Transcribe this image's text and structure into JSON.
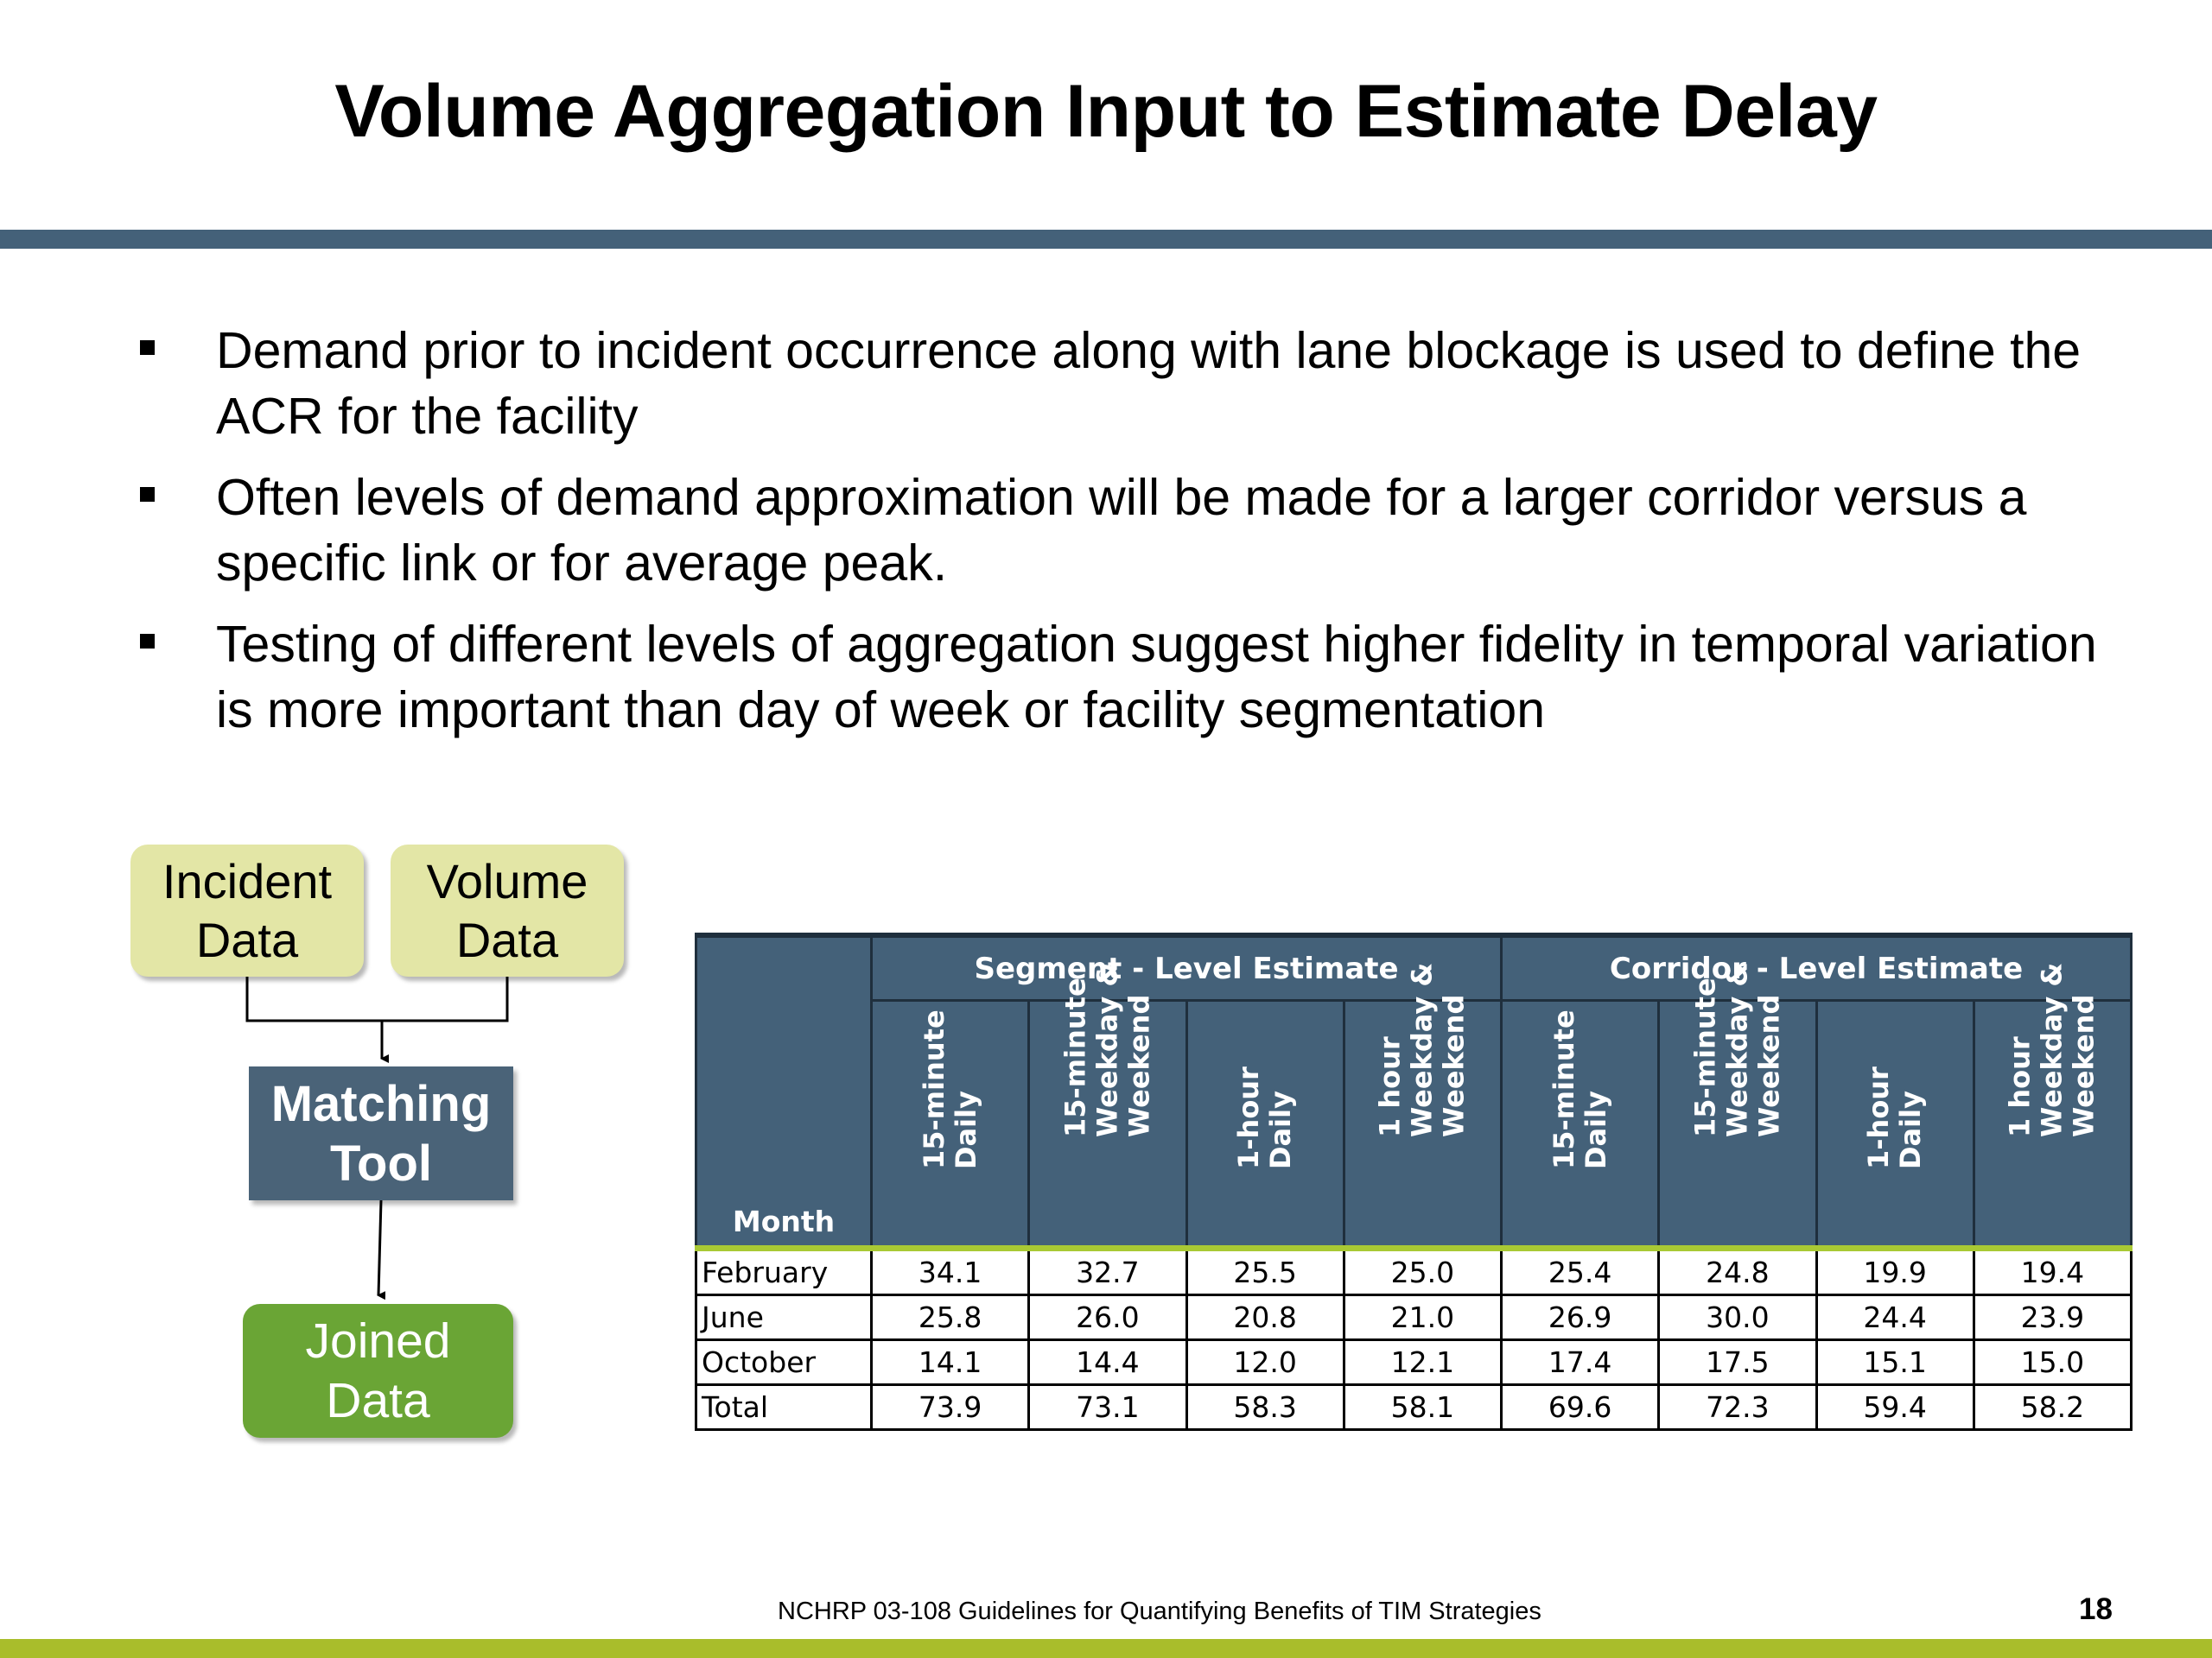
{
  "title": "Volume Aggregation Input to Estimate Delay",
  "bullets": [
    "Demand prior to incident occurrence along with lane blockage is used to define the ACR for the facility",
    "Often levels of demand approximation will be made for a larger corridor versus a specific link or for average peak.",
    "Testing of different levels of aggregation suggest higher fidelity in temporal variation is more important than day of week or facility segmentation"
  ],
  "diagram": {
    "incident": [
      "Incident",
      "Data"
    ],
    "volume": [
      "Volume",
      "Data"
    ],
    "matching": [
      "Matching",
      "Tool"
    ],
    "joined": [
      "Joined",
      "Data"
    ]
  },
  "table": {
    "month_header": "Month",
    "groups": [
      "Segment - Level Estimate",
      "Corridor - Level Estimate"
    ],
    "subheaders": [
      [
        "15-minute",
        "Daily"
      ],
      [
        "15-minute",
        "Weekday &",
        "Weekend"
      ],
      [
        "1-hour",
        "Daily"
      ],
      [
        "1 hour",
        "Weekday &",
        "Weekend"
      ],
      [
        "15-minute",
        "Daily"
      ],
      [
        "15-minute",
        "Weekday &",
        "Weekend"
      ],
      [
        "1-hour",
        "Daily"
      ],
      [
        "1 hour",
        "Weekday &",
        "Weekend"
      ]
    ],
    "rows": [
      {
        "month": "February",
        "values": [
          "34.1",
          "32.7",
          "25.5",
          "25.0",
          "25.4",
          "24.8",
          "19.9",
          "19.4"
        ]
      },
      {
        "month": "June",
        "values": [
          "25.8",
          "26.0",
          "20.8",
          "21.0",
          "26.9",
          "30.0",
          "24.4",
          "23.9"
        ]
      },
      {
        "month": "October",
        "values": [
          "14.1",
          "14.4",
          "12.0",
          "12.1",
          "17.4",
          "17.5",
          "15.1",
          "15.0"
        ]
      },
      {
        "month": "Total",
        "values": [
          "73.9",
          "73.1",
          "58.3",
          "58.1",
          "69.6",
          "72.3",
          "59.4",
          "58.2"
        ]
      }
    ]
  },
  "footer": {
    "text": "NCHRP 03-108 Guidelines for Quantifying Benefits of TIM Strategies",
    "page": "18"
  },
  "colors": {
    "title_rule": "#446179",
    "header_fill": "#446179",
    "bottom_band": "#a9bd2b",
    "input_box": "#e3e6a6",
    "tool_box": "#4a6378",
    "output_box": "#6aa535"
  }
}
